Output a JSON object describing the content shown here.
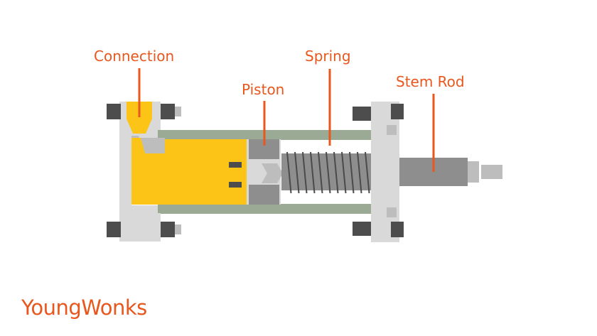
{
  "colors": {
    "accent": "#E8571D",
    "fluid": "#FCC416",
    "body_gray": "#D9D9D9",
    "mid_gray": "#BDBDBD",
    "dark_gray": "#8E8E8E",
    "bolt": "#4D4D4D",
    "tube_green": "#9BAA95",
    "spring": "#4A4A4A"
  },
  "labels": {
    "connection": "Connection",
    "piston": "Piston",
    "spring": "Spring",
    "stem_rod": "Stem Rod"
  },
  "brand": "YoungWonks"
}
